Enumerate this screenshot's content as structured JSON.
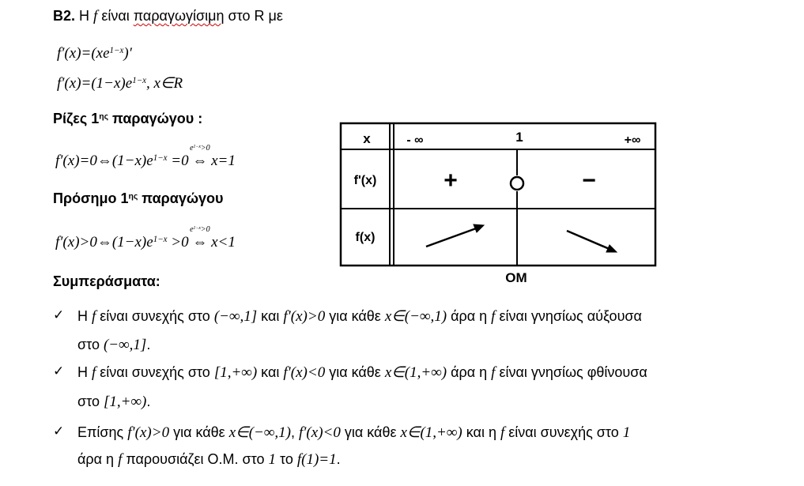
{
  "heading": {
    "label": "B2.",
    "text1": "Η ",
    "f": "f",
    "text2": " είναι ",
    "misspelled": "παραγωγίσιμη",
    "text3": " στο R με"
  },
  "equations": {
    "deriv1": "f′(x)=(xe",
    "deriv1_exp": "1−x",
    "deriv1_end": ")′",
    "deriv2": "f′(x)=(1−x)e",
    "deriv2_exp": "1−x",
    "deriv2_end": ", x∈R"
  },
  "roots": {
    "title": "Ρίζες  1",
    "title_sup": "ης",
    "title_end": " παραγώγου :",
    "eq_a": "f′(x)=0⇔(1−x)e",
    "eq_exp": "1−x",
    "eq_b": " =0",
    "arrow": "⇔",
    "cond": "e",
    "cond_exp": "1−x",
    "cond_end": ">0",
    "eq_c": " x=1"
  },
  "sign": {
    "title": "Πρόσημο 1",
    "title_sup": "ης",
    "title_end": " παραγώγου",
    "eq_a": "f′(x)>0⇔(1−x)e",
    "eq_exp": "1−x",
    "eq_b": " >0",
    "arrow": "⇔",
    "cond": "e",
    "cond_exp": "1−x",
    "cond_end": ">0",
    "eq_c": " x<1"
  },
  "table": {
    "x_label": "x",
    "minus_inf": "- ∞",
    "one": "1",
    "plus_inf": "+∞",
    "fprime_label": "f'(x)",
    "plus_sign": "+",
    "minus_sign": "−",
    "f_label": "f(x)",
    "extremum_label": "ΟΜ"
  },
  "conclusions": {
    "title": "Συμπεράσματα:",
    "check": "✓",
    "c1": {
      "line1": [
        {
          "t": "Η ",
          "m": false
        },
        {
          "t": "f",
          "m": true
        },
        {
          "t": " είναι συνεχής στο ",
          "m": false
        },
        {
          "t": "(−∞,1]",
          "m": true
        },
        {
          "t": " και ",
          "m": false
        },
        {
          "t": "f′(x)>0",
          "m": true
        },
        {
          "t": " για κάθε ",
          "m": false
        },
        {
          "t": "x∈(−∞,1)",
          "m": true
        },
        {
          "t": " άρα η ",
          "m": false
        },
        {
          "t": "f",
          "m": true
        },
        {
          "t": " είναι γνησίως αύξουσα",
          "m": false
        }
      ],
      "line2": [
        {
          "t": "στο ",
          "m": false
        },
        {
          "t": "(−∞,1]",
          "m": true
        },
        {
          "t": ".",
          "m": false
        }
      ]
    },
    "c2": {
      "line1": [
        {
          "t": "Η ",
          "m": false
        },
        {
          "t": "f",
          "m": true
        },
        {
          "t": " είναι συνεχής στο ",
          "m": false
        },
        {
          "t": "[1,+∞)",
          "m": true
        },
        {
          "t": " και ",
          "m": false
        },
        {
          "t": "f′(x)<0",
          "m": true
        },
        {
          "t": " για κάθε ",
          "m": false
        },
        {
          "t": "x∈(1,+∞)",
          "m": true
        },
        {
          "t": " άρα η ",
          "m": false
        },
        {
          "t": "f",
          "m": true
        },
        {
          "t": " είναι γνησίως φθίνουσα",
          "m": false
        }
      ],
      "line2": [
        {
          "t": "στο ",
          "m": false
        },
        {
          "t": "[1,+∞)",
          "m": true
        },
        {
          "t": ".",
          "m": false
        }
      ]
    },
    "c3": {
      "line1": [
        {
          "t": "Επίσης ",
          "m": false
        },
        {
          "t": "f′(x)>0",
          "m": true
        },
        {
          "t": " για κάθε ",
          "m": false
        },
        {
          "t": "x∈(−∞,1)",
          "m": true
        },
        {
          "t": ", ",
          "m": false
        },
        {
          "t": "f′(x)<0",
          "m": true
        },
        {
          "t": " για κάθε ",
          "m": false
        },
        {
          "t": "x∈(1,+∞)",
          "m": true
        },
        {
          "t": " και η ",
          "m": false
        },
        {
          "t": "f",
          "m": true
        },
        {
          "t": " είναι συνεχής στο ",
          "m": false
        },
        {
          "t": "1",
          "m": true
        }
      ],
      "line2": [
        {
          "t": "άρα η ",
          "m": false
        },
        {
          "t": "f",
          "m": true
        },
        {
          "t": " παρουσιάζει Ο.Μ. στο ",
          "m": false
        },
        {
          "t": "1",
          "m": true
        },
        {
          "t": " το ",
          "m": false
        },
        {
          "t": "f(1)=1",
          "m": true
        },
        {
          "t": ".",
          "m": false
        }
      ]
    }
  }
}
